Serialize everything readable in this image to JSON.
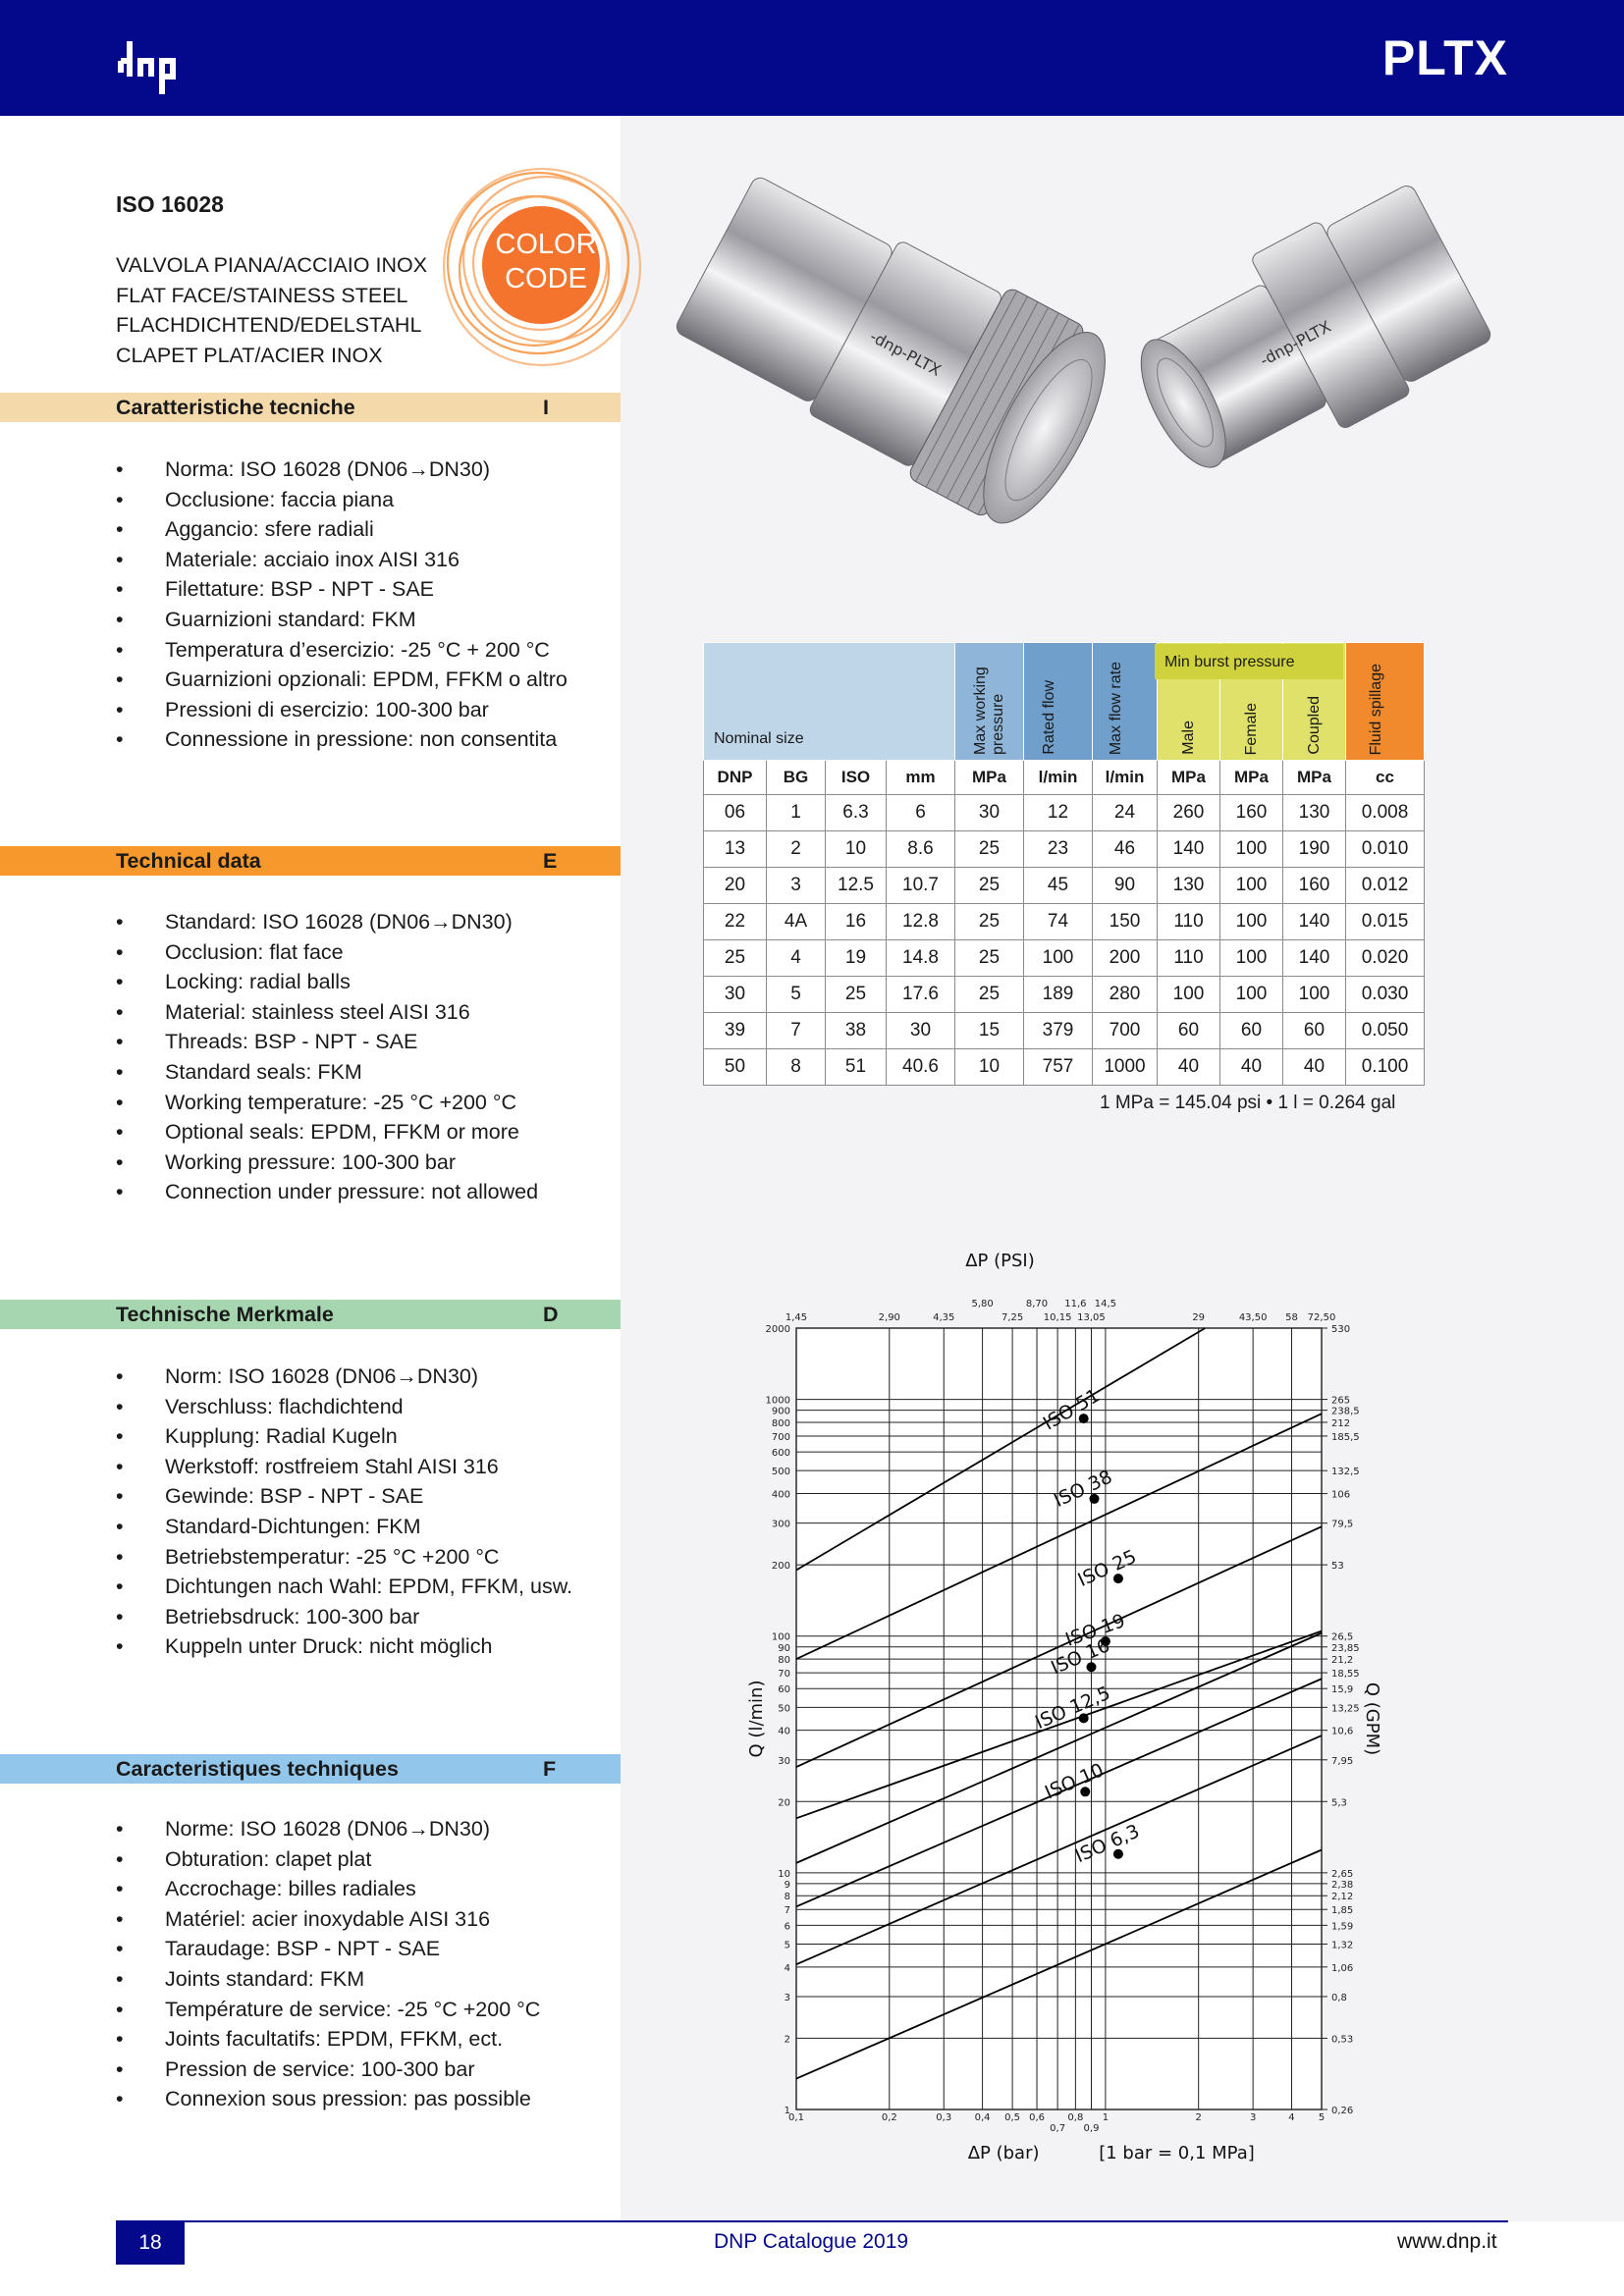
{
  "header": {
    "title": "PLTX",
    "logo_text": "dnp"
  },
  "product": {
    "iso": "ISO 16028",
    "desc_lines": [
      "VALVOLA PIANA/ACCIAIO INOX",
      "FLAT FACE/STAINESS STEEL",
      "FLACHDICHTEND/EDELSTAHL",
      "CLAPET PLAT/ACIER INOX"
    ],
    "color_code": [
      "COLOR",
      "CODE"
    ],
    "photo_labels": [
      "-dnp-PLTX",
      "-dnp-PLTX"
    ]
  },
  "sections": [
    {
      "title": "Caratteristiche tecniche",
      "letter": "I",
      "color": "#f4d9ab",
      "bullets": [
        "Norma: ISO 16028 (DN06→DN30)",
        "Occlusione: faccia piana",
        "Aggancio: sfere radiali",
        "Materiale: acciaio inox AISI 316",
        "Filettature: BSP - NPT - SAE",
        "Guarnizioni standard: FKM",
        "Temperatura d’esercizio: -25 °C + 200 °C",
        "Guarnizioni opzionali: EPDM, FFKM o altro",
        "Pressioni di esercizio: 100-300 bar",
        "Connessione in pressione: non consentita"
      ]
    },
    {
      "title": "Technical data",
      "letter": "E",
      "color": "#f6982b",
      "bullets": [
        "Standard: ISO 16028 (DN06→DN30)",
        "Occlusion: flat face",
        "Locking: radial balls",
        "Material: stainless steel AISI 316",
        "Threads: BSP - NPT - SAE",
        "Standard seals: FKM",
        "Working temperature: -25 °C +200 °C",
        "Optional seals: EPDM, FFKM or more",
        "Working pressure: 100-300 bar",
        "Connection under pressure: not allowed"
      ]
    },
    {
      "title": "Technische Merkmale",
      "letter": "D",
      "color": "#a6d6b0",
      "bullets": [
        "Norm: ISO 16028 (DN06→DN30)",
        "Verschluss: flachdichtend",
        "Kupplung: Radial Kugeln",
        "Werkstoff: rostfreiem Stahl AISI 316",
        "Gewinde: BSP - NPT - SAE",
        "Standard-Dichtungen: FKM",
        "Betriebstemperatur: -25 °C +200 °C",
        "Dichtungen nach Wahl: EPDM, FFKM, usw.",
        "Betriebsdruck: 100-300 bar",
        "Kuppeln unter Druck: nicht möglich"
      ]
    },
    {
      "title": "Caracteristiques techniques",
      "letter": "F",
      "color": "#92c6ea",
      "bullets": [
        "Norme: ISO 16028 (DN06→DN30)",
        "Obturation: clapet plat",
        "Accrochage: billes radiales",
        "Matériel: acier inoxydable AISI 316",
        "Taraudage: BSP - NPT - SAE",
        "Joints standard: FKM",
        "Température de service: -25 °C +200 °C",
        "Joints facultatifs: EPDM, FFKM, ect.",
        "Pression de service: 100-300 bar",
        "Connexion sous pression: pas possible"
      ]
    }
  ],
  "table": {
    "nominal_label": "Nominal size",
    "min_burst_label": "Min burst pressure",
    "vert_headers": [
      "Max working pressure",
      "Rated flow",
      "Max flow rate",
      "Male",
      "Female",
      "Coupled",
      "Fluid spillage"
    ],
    "units": [
      "DNP",
      "BG",
      "ISO",
      "mm",
      "MPa",
      "l/min",
      "l/min",
      "MPa",
      "MPa",
      "MPa",
      "cc"
    ],
    "rows": [
      [
        "06",
        "1",
        "6.3",
        "6",
        "30",
        "12",
        "24",
        "260",
        "160",
        "130",
        "0.008"
      ],
      [
        "13",
        "2",
        "10",
        "8.6",
        "25",
        "23",
        "46",
        "140",
        "100",
        "190",
        "0.010"
      ],
      [
        "20",
        "3",
        "12.5",
        "10.7",
        "25",
        "45",
        "90",
        "130",
        "100",
        "160",
        "0.012"
      ],
      [
        "22",
        "4A",
        "16",
        "12.8",
        "25",
        "74",
        "150",
        "110",
        "100",
        "140",
        "0.015"
      ],
      [
        "25",
        "4",
        "19",
        "14.8",
        "25",
        "100",
        "200",
        "110",
        "100",
        "140",
        "0.020"
      ],
      [
        "30",
        "5",
        "25",
        "17.6",
        "25",
        "189",
        "280",
        "100",
        "100",
        "100",
        "0.030"
      ],
      [
        "39",
        "7",
        "38",
        "30",
        "15",
        "379",
        "700",
        "60",
        "60",
        "60",
        "0.050"
      ],
      [
        "50",
        "8",
        "51",
        "40.6",
        "10",
        "757",
        "1000",
        "40",
        "40",
        "40",
        "0.100"
      ]
    ],
    "conversion": "1 MPa = 145.04 psi • 1 l = 0.264 gal",
    "colors": {
      "nominal": "#bfd5e8",
      "max_working": "#8fb5d8",
      "flow": "#6f9fca",
      "burst": "#dfe16b",
      "spillage": "#f08a2c"
    }
  },
  "chart_data": {
    "type": "line",
    "xscale": "log",
    "yscale": "log",
    "xlabel": "ΔP (bar)",
    "xlabel_note": "[1 bar = 0,1 MPa]",
    "top_label": "ΔP (PSI)",
    "ylabel": "Q (l/min)",
    "ylabel_right": "Q (GPM)",
    "xlim": [
      0.1,
      5
    ],
    "ylim": [
      1,
      2000
    ],
    "x_ticks": [
      {
        "v": 0.1,
        "t": "0,1"
      },
      {
        "v": 0.2,
        "t": "0,2"
      },
      {
        "v": 0.3,
        "t": "0,3"
      },
      {
        "v": 0.4,
        "t": "0,4"
      },
      {
        "v": 0.5,
        "t": "0,5"
      },
      {
        "v": 0.6,
        "t": "0,6"
      },
      {
        "v": 0.7,
        "t": "0,7"
      },
      {
        "v": 0.8,
        "t": "0,8"
      },
      {
        "v": 0.9,
        "t": "0,9"
      },
      {
        "v": 1,
        "t": "1"
      },
      {
        "v": 2,
        "t": "2"
      },
      {
        "v": 3,
        "t": "3"
      },
      {
        "v": 4,
        "t": "4"
      },
      {
        "v": 5,
        "t": "5"
      }
    ],
    "top_ticks": [
      {
        "v": 0.1,
        "t": "1,45"
      },
      {
        "v": 0.2,
        "t": "2,90"
      },
      {
        "v": 0.3,
        "t": "4,35"
      },
      {
        "v": 0.4,
        "t": "5,80"
      },
      {
        "v": 0.5,
        "t": "7,25"
      },
      {
        "v": 0.6,
        "t": "8,70"
      },
      {
        "v": 0.7,
        "t": "10,15"
      },
      {
        "v": 0.8,
        "t": "11,6"
      },
      {
        "v": 0.9,
        "t": "13,05"
      },
      {
        "v": 1,
        "t": "14,5"
      },
      {
        "v": 2,
        "t": "29"
      },
      {
        "v": 3,
        "t": "43,50"
      },
      {
        "v": 4,
        "t": "58"
      },
      {
        "v": 5,
        "t": "72,50"
      }
    ],
    "y_ticks": [
      {
        "v": 1,
        "t": "1"
      },
      {
        "v": 2,
        "t": "2"
      },
      {
        "v": 3,
        "t": "3"
      },
      {
        "v": 4,
        "t": "4"
      },
      {
        "v": 5,
        "t": "5"
      },
      {
        "v": 6,
        "t": "6"
      },
      {
        "v": 7,
        "t": "7"
      },
      {
        "v": 8,
        "t": "8"
      },
      {
        "v": 9,
        "t": "9"
      },
      {
        "v": 10,
        "t": "10"
      },
      {
        "v": 20,
        "t": "20"
      },
      {
        "v": 30,
        "t": "30"
      },
      {
        "v": 40,
        "t": "40"
      },
      {
        "v": 50,
        "t": "50"
      },
      {
        "v": 60,
        "t": "60"
      },
      {
        "v": 70,
        "t": "70"
      },
      {
        "v": 80,
        "t": "80"
      },
      {
        "v": 90,
        "t": "90"
      },
      {
        "v": 100,
        "t": "100"
      },
      {
        "v": 200,
        "t": "200"
      },
      {
        "v": 300,
        "t": "300"
      },
      {
        "v": 400,
        "t": "400"
      },
      {
        "v": 500,
        "t": "500"
      },
      {
        "v": 600,
        "t": "600"
      },
      {
        "v": 700,
        "t": "700"
      },
      {
        "v": 800,
        "t": "800"
      },
      {
        "v": 900,
        "t": "900"
      },
      {
        "v": 1000,
        "t": "1000"
      },
      {
        "v": 2000,
        "t": "2000"
      }
    ],
    "gpm_ticks": [
      {
        "v": 1,
        "t": "0,26"
      },
      {
        "v": 2,
        "t": "0,53"
      },
      {
        "v": 3,
        "t": "0,8"
      },
      {
        "v": 4,
        "t": "1,06"
      },
      {
        "v": 5,
        "t": "1,32"
      },
      {
        "v": 6,
        "t": "1,59"
      },
      {
        "v": 7,
        "t": "1,85"
      },
      {
        "v": 8,
        "t": "2,12"
      },
      {
        "v": 9,
        "t": "2,38"
      },
      {
        "v": 10,
        "t": "2,65"
      },
      {
        "v": 20,
        "t": "5,3"
      },
      {
        "v": 30,
        "t": "7,95"
      },
      {
        "v": 40,
        "t": "10,6"
      },
      {
        "v": 50,
        "t": "13,25"
      },
      {
        "v": 60,
        "t": "15,9"
      },
      {
        "v": 70,
        "t": "18,55"
      },
      {
        "v": 80,
        "t": "21,2"
      },
      {
        "v": 90,
        "t": "23,85"
      },
      {
        "v": 100,
        "t": "26,5"
      },
      {
        "v": 200,
        "t": "53"
      },
      {
        "v": 300,
        "t": "79,5"
      },
      {
        "v": 400,
        "t": "106"
      },
      {
        "v": 500,
        "t": "132,5"
      },
      {
        "v": 700,
        "t": "185,5"
      },
      {
        "v": 800,
        "t": "212"
      },
      {
        "v": 900,
        "t": "238,5"
      },
      {
        "v": 1000,
        "t": "265"
      },
      {
        "v": 2000,
        "t": "530"
      }
    ],
    "series": [
      {
        "name": "ISO 51",
        "x": [
          0.1,
          2.1
        ],
        "y": [
          190,
          2000
        ],
        "marker": {
          "x": 0.85,
          "y": 830
        }
      },
      {
        "name": "ISO 38",
        "x": [
          0.1,
          5
        ],
        "y": [
          80,
          870
        ],
        "marker": {
          "x": 0.92,
          "y": 380
        }
      },
      {
        "name": "ISO 25",
        "x": [
          0.1,
          5
        ],
        "y": [
          28,
          290
        ],
        "marker": {
          "x": 1.1,
          "y": 175
        }
      },
      {
        "name": "ISO 19",
        "x": [
          0.1,
          5
        ],
        "y": [
          17,
          105
        ],
        "marker": {
          "x": 1.0,
          "y": 95
        }
      },
      {
        "name": "ISO 16",
        "x": [
          0.1,
          5
        ],
        "y": [
          11,
          103
        ],
        "marker": {
          "x": 0.9,
          "y": 74
        }
      },
      {
        "name": "ISO 12,5",
        "x": [
          0.1,
          5
        ],
        "y": [
          7.2,
          66
        ],
        "marker": {
          "x": 0.85,
          "y": 45
        }
      },
      {
        "name": "ISO 10",
        "x": [
          0.1,
          5
        ],
        "y": [
          4.1,
          38
        ],
        "marker": {
          "x": 0.86,
          "y": 22
        }
      },
      {
        "name": "ISO 6,3",
        "x": [
          0.1,
          5
        ],
        "y": [
          1.35,
          12.5
        ],
        "marker": {
          "x": 1.1,
          "y": 12
        }
      }
    ]
  },
  "footer": {
    "page": "18",
    "catalogue": "DNP Catalogue 2019",
    "website": "www.dnp.it"
  }
}
